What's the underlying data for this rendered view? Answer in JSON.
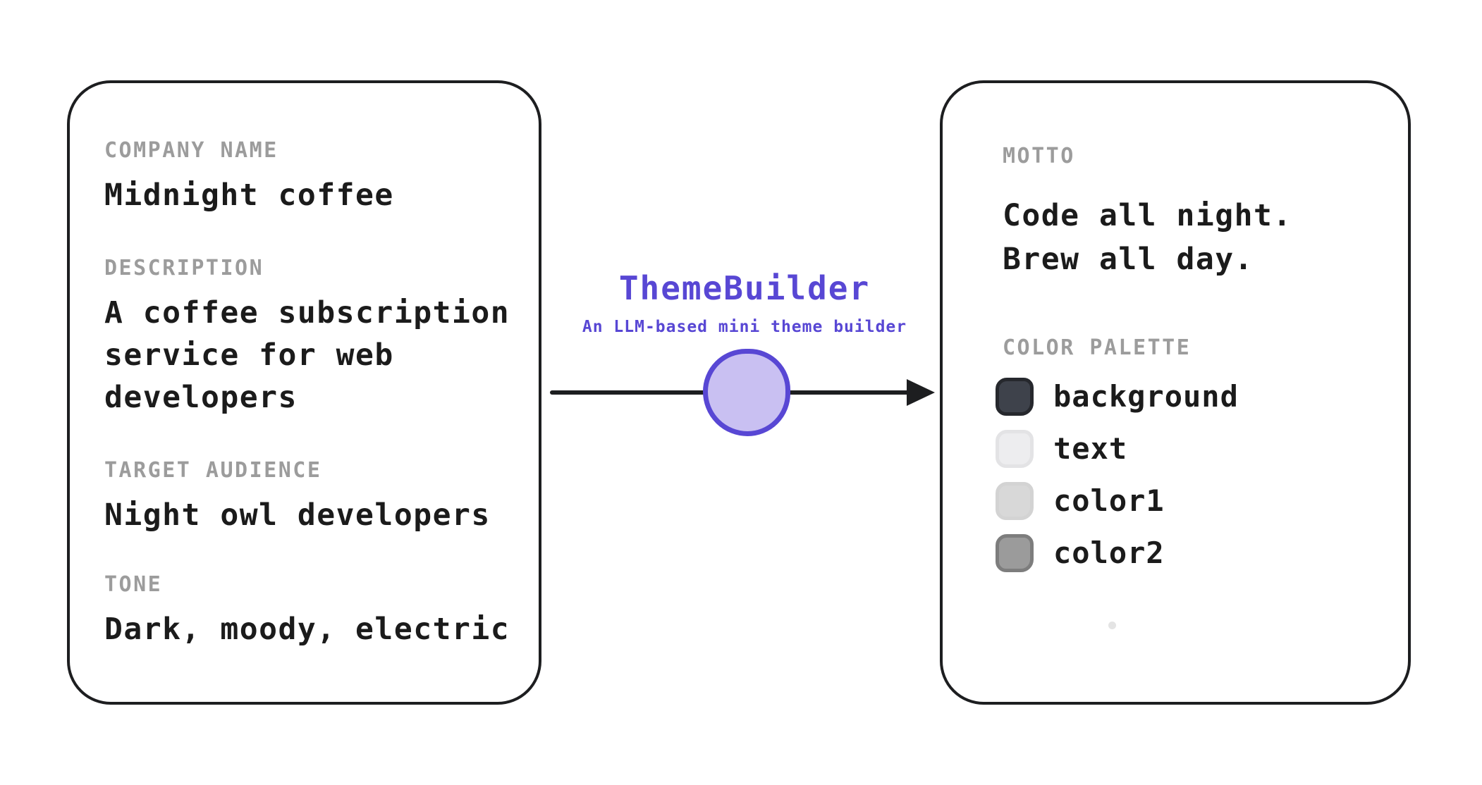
{
  "brief_card": {
    "sections": [
      {
        "label": "COMPANY NAME",
        "value": "Midnight coffee"
      },
      {
        "label": "DESCRIPTION",
        "value": "A coffee subscription service for web developers"
      },
      {
        "label": "TARGET AUDIENCE",
        "value": "Night owl developers"
      },
      {
        "label": "TONE",
        "value": "Dark, moody, electric"
      }
    ]
  },
  "builder": {
    "title": "ThemeBuilder",
    "subtitle": "An LLM-based mini theme builder",
    "accent": "#5847d4",
    "node_fill": "#c9c0f2"
  },
  "output_card": {
    "motto_label": "MOTTO",
    "motto_lines": [
      "Code all night.",
      "Brew all day."
    ],
    "palette_label": "COLOR PALETTE",
    "palette": [
      {
        "name": "background",
        "fill": "#3e424b",
        "border": "#26282d"
      },
      {
        "name": "text",
        "fill": "#ededef",
        "border": "#e3e3e5"
      },
      {
        "name": "color1",
        "fill": "#d8d8d8",
        "border": "#d3d3d3"
      },
      {
        "name": "color2",
        "fill": "#9b9b9b",
        "border": "#7d7d7d"
      }
    ]
  },
  "colors": {
    "ink": "#1d1e20",
    "label_gray": "#9c9c9c",
    "canvas": "#ffffff"
  }
}
